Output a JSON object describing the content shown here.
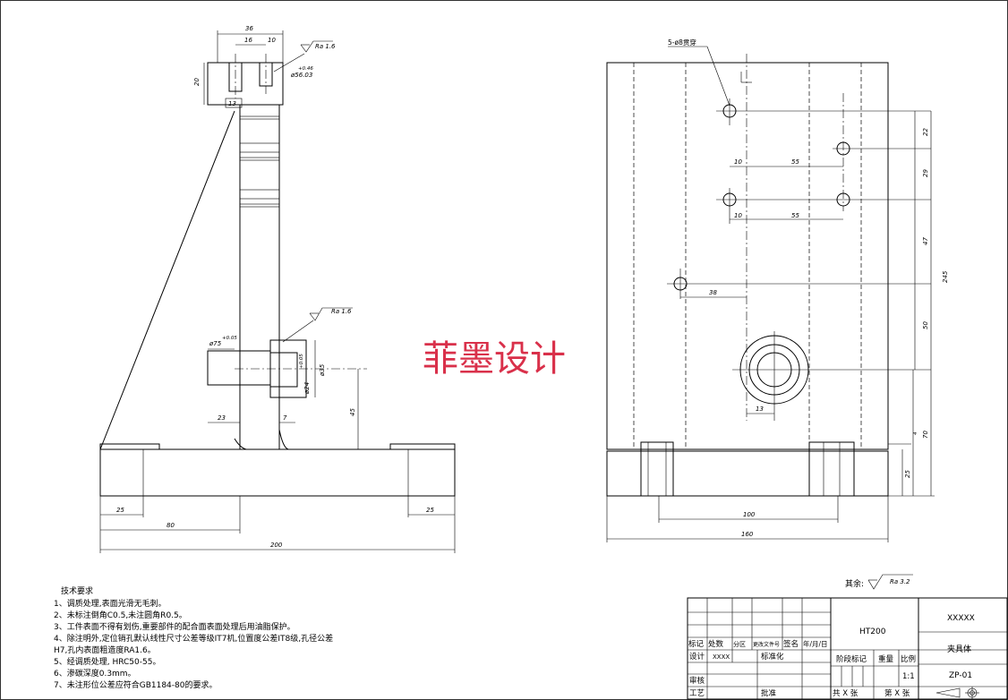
{
  "watermark": "菲墨设计",
  "front_view": {
    "dims": {
      "d36": "36",
      "d16": "16",
      "d10": "10",
      "d20": "20",
      "d13": "13",
      "d23": "23",
      "d7": "7",
      "d45": "45",
      "d25_left": "25",
      "d80": "80",
      "d25_right": "25",
      "d200": "200",
      "dia_top": "ø56.03",
      "dia_top_tol": "+0.46",
      "dia_hole": "ø75",
      "dia_hole_tol": "+0.05",
      "dia_boss_inner": "ø24",
      "dia_boss_tol": "+0.05",
      "dia_boss": "ø35"
    },
    "roughness_1": "Ra 1.6",
    "roughness_2": "Ra 1.6"
  },
  "side_view": {
    "holes_note": "5-ø8贯穿",
    "dims": {
      "d10a": "10",
      "d55a": "55",
      "d10b": "10",
      "d55b": "55",
      "d38": "38",
      "d13": "13",
      "d22": "22",
      "d29": "29",
      "d47": "47",
      "d50": "50",
      "d245": "245",
      "d70": "70",
      "d25": "25",
      "d4": "4",
      "d100": "100",
      "d160": "160"
    }
  },
  "surface_finish": {
    "label": "其余:",
    "value": "Ra 3.2"
  },
  "tech_requirements": {
    "title": "技术要求",
    "lines": [
      "1、调质处理,表面光滑无毛刺。",
      "2、未标注倒角C0.5,未注圆角R0.5。",
      "3、工件表面不得有划伤,重要部件的配合面表面处理后用油脂保护。",
      "4、除注明外,定位销孔默认线性尺寸公差等级IT7机,位置度公差IT8级,孔径公差",
      "H7,孔内表面粗造度RA1.6。",
      "5、经调质处理, HRC50-55。",
      "6、渗碳深度0.3mm。",
      "7、未注形位公差应符合GB1184-80的要求。"
    ]
  },
  "title_block": {
    "material": "HT200",
    "company": "XXXXX",
    "part_name": "夹具体",
    "drawing_no": "ZP-01",
    "scale": "1:1",
    "row_labels": [
      "标记",
      "处数",
      "分区",
      "更改文件号",
      "签名",
      "年/月/日"
    ],
    "design_label": "设计",
    "design_value": "XXXX",
    "standard_label": "标准化",
    "review_label": "审核",
    "process_label": "工艺",
    "approve_label": "批准",
    "stage_label": "阶段标记",
    "weight_label": "重量",
    "scale_label": "比例",
    "sheets_total": "共  X  张",
    "sheet_no": "第  X  张"
  }
}
